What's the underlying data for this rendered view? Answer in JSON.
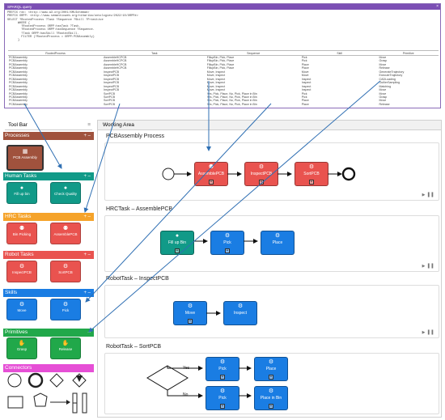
{
  "sparql": {
    "title": "SPARQL query",
    "close_icon": "x-icon",
    "query_lines": [
      "PREFIX rdc: <http://www.w3.org/2001/XMLSchema#>",
      "PREFIX ORPP: <http://www.semanticweb.org/niharika/ontologies/2022/10/ORPP#>",
      "SELECT ?RootedProcess ?Task ?Sequence ?Skill ?Primitive",
      "      WHERE {",
      "        ?RootedProcess ORPP:hasTask ?Task.",
      "        ?RootedProcess ORPP:hasSequence ?Sequence.",
      "        ?Task ORPP:hasSkill ?RootedSkill.",
      "        FILTER (?RootedProcess = ORPP:PCBAssembly)",
      "      }"
    ],
    "columns": [
      "RootedProcess",
      "Task",
      "Sequence",
      "Skill",
      "Primitive"
    ],
    "rows": [
      [
        "PCBAssembly",
        "AssembleHCPCB",
        "FillupBin, Pick, Place",
        "Pick",
        "Move"
      ],
      [
        "PCBAssembly",
        "AssembleHCPCB",
        "FillupBin, Pick, Place",
        "Pick",
        "Grasp"
      ],
      [
        "PCBAssembly",
        "AssembleHCPCB",
        "FillupBin, Pick, Place",
        "Place",
        "Move"
      ],
      [
        "PCBAssembly",
        "AssembleHCPCB",
        "FillupBin, Pick, Place",
        "Place",
        "Release"
      ],
      [
        "PCBAssembly",
        "InspectPCB",
        "Move, Inspect",
        "Move",
        "GenerateTrajectory"
      ],
      [
        "PCBAssembly",
        "InspectPCB",
        "Move, Inspect",
        "Move",
        "ExecuteTrajectory"
      ],
      [
        "PCBAssembly",
        "InspectPCB",
        "Move, Inspect",
        "Inspect",
        "CADLoading"
      ],
      [
        "PCBAssembly",
        "InspectPCB",
        "Move, Inspect",
        "Inspect",
        "OutlierSampling"
      ],
      [
        "PCBAssembly",
        "InspectPCB",
        "Move, Inspect",
        "Inspect",
        "Matching"
      ],
      [
        "PCBAssembly",
        "InspectPCB",
        "Move, Inspect",
        "Inspect",
        "Move"
      ],
      [
        "PCBAssembly",
        "SortPCB",
        "Yes, Pick, Place, No, Pick, Place in Bin",
        "Pick",
        "Move"
      ],
      [
        "PCBAssembly",
        "SortPCB",
        "Yes, Pick, Place, No, Pick, Place in Bin",
        "Pick",
        "Grasp"
      ],
      [
        "PCBAssembly",
        "SortPCB",
        "Yes, Pick, Place, No, Pick, Place in Bin",
        "Place",
        "Move"
      ],
      [
        "PCBAssembly",
        "SortPCB",
        "Yes, Pick, Place, No, Pick, Place in Bin",
        "Place",
        "Release"
      ]
    ]
  },
  "toolbar": {
    "title": "Tool Bar",
    "menu_icon": "hamburger-icon",
    "sections": [
      {
        "label": "Processes",
        "color": "#a0523d",
        "controls": "+ –",
        "items": [
          {
            "label": "PCB Assembly",
            "icon": "process-icon",
            "color": "#a0523d"
          }
        ]
      },
      {
        "label": "Human Tasks",
        "color": "#119a88",
        "controls": "+ –",
        "items": [
          {
            "label": "Fill up bin",
            "icon": "person-icon",
            "color": "#119a88"
          },
          {
            "label": "Check Quality",
            "icon": "person-icon",
            "color": "#119a88"
          }
        ]
      },
      {
        "label": "HRC Tasks",
        "color": "#f5a32a",
        "controls": "+ –",
        "items": [
          {
            "label": "Bin Picking",
            "icon": "person-robot-icon",
            "color": "#e9534f"
          },
          {
            "label": "AssemblePCB",
            "icon": "person-robot-icon",
            "color": "#e9534f"
          }
        ]
      },
      {
        "label": "Robot Tasks",
        "color": "#e9534f",
        "controls": "+ –",
        "items": [
          {
            "label": "InspectPCB",
            "icon": "robot-arm-icon",
            "color": "#e9534f"
          },
          {
            "label": "SortPCB",
            "icon": "robot-arm-icon",
            "color": "#e9534f"
          }
        ]
      },
      {
        "label": "Skills",
        "color": "#1a7de3",
        "controls": "+ –",
        "items": [
          {
            "label": "Move",
            "icon": "skill-icon",
            "color": "#1a7de3"
          },
          {
            "label": "Pick",
            "icon": "skill-icon",
            "color": "#1a7de3"
          }
        ]
      },
      {
        "label": "Primitives",
        "color": "#21a84a",
        "controls": "–",
        "items": [
          {
            "label": "Grasp",
            "icon": "hand-icon",
            "color": "#21a84a"
          },
          {
            "label": "Release",
            "icon": "hand-icon",
            "color": "#21a84a"
          }
        ]
      },
      {
        "label": "Connectors",
        "color": "#e64fd6",
        "controls": "",
        "items": []
      }
    ]
  },
  "workarea": {
    "title": "Working Area",
    "play_controls": "▶ ▌▌",
    "diagrams": [
      {
        "title": "PCBAssembly Process",
        "tasks": [
          "AssemblePCB",
          "InspectPCB",
          "SortPCB"
        ]
      },
      {
        "title": "HRCTask – AssemblePCB",
        "tasks": [
          "Fill up Bin",
          "Pick",
          "Place"
        ]
      },
      {
        "title": "RobotTask – InspectPCB",
        "tasks": [
          "Move",
          "Inspect"
        ]
      },
      {
        "title": "RobotTask – SortPCB",
        "gateway": "Quality met ?",
        "yes": "Yes",
        "no": "No",
        "tasks": [
          "Pick",
          "Place",
          "Pick",
          "Place in Bin"
        ]
      }
    ]
  }
}
